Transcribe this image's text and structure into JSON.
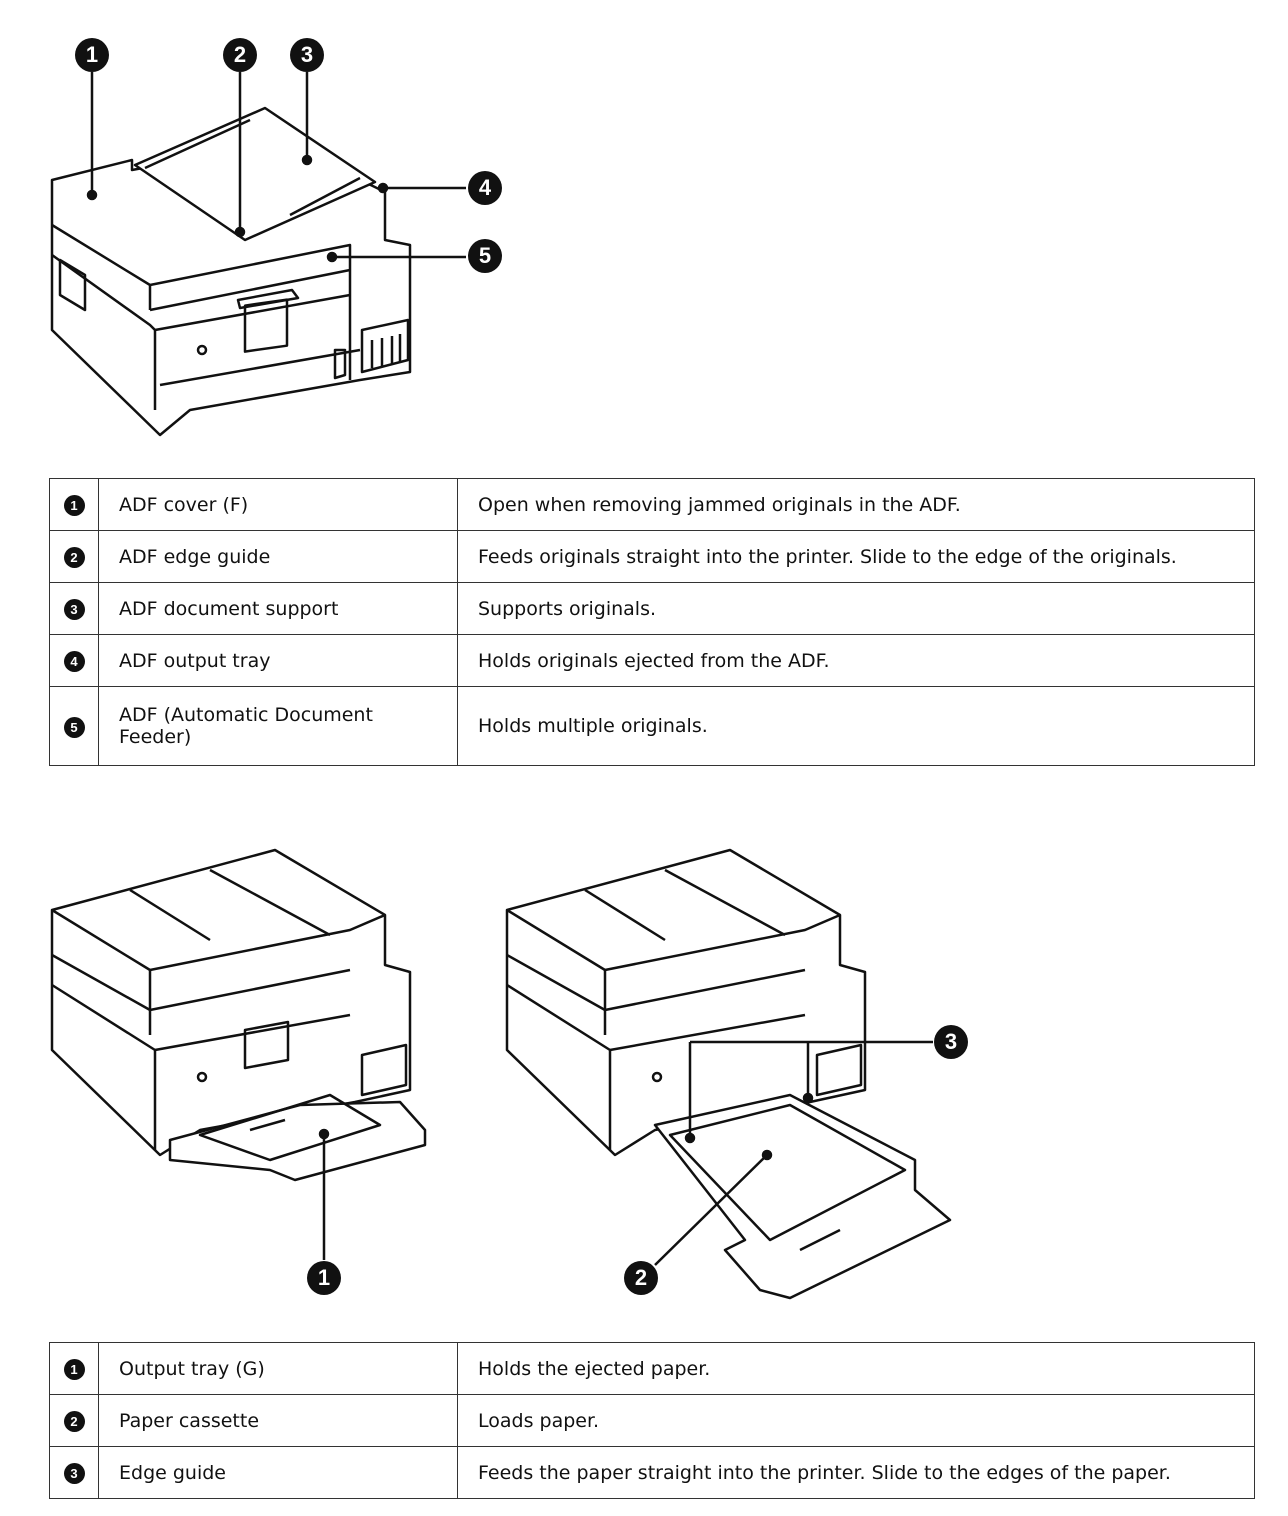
{
  "figure1": {
    "callouts": [
      "1",
      "2",
      "3",
      "4",
      "5"
    ]
  },
  "table1": {
    "rows": [
      {
        "num": "1",
        "name": "ADF cover (F)",
        "desc": "Open when removing jammed originals in the ADF."
      },
      {
        "num": "2",
        "name": "ADF edge guide",
        "desc": "Feeds originals straight into the printer. Slide to the edge of the originals."
      },
      {
        "num": "3",
        "name": "ADF document support",
        "desc": "Supports originals."
      },
      {
        "num": "4",
        "name": "ADF output tray",
        "desc": "Holds originals ejected from the ADF."
      },
      {
        "num": "5",
        "name": "ADF (Automatic Document Feeder)",
        "desc": "Holds multiple originals."
      }
    ]
  },
  "figure2": {
    "callouts": [
      "1",
      "3",
      "2"
    ]
  },
  "table2": {
    "rows": [
      {
        "num": "1",
        "name": "Output tray (G)",
        "desc": "Holds the ejected paper."
      },
      {
        "num": "2",
        "name": "Paper cassette",
        "desc": "Loads paper."
      },
      {
        "num": "3",
        "name": "Edge guide",
        "desc": "Feeds the paper straight into the printer. Slide to the edges of the paper."
      }
    ]
  }
}
